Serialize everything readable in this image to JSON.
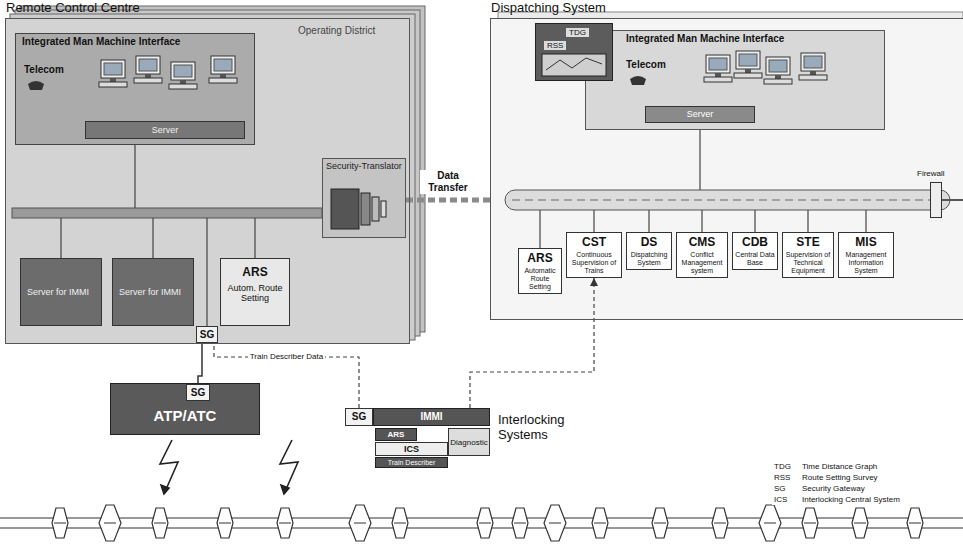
{
  "diagram": {
    "nodes": [
      {
        "text": [
          "Remote Control Centre",
          "Operating District"
        ]
      },
      {
        "text": [
          "Integrated Man Machine Interface",
          "Telecom"
        ],
        "in": 0
      },
      {
        "text": [
          "Server"
        ],
        "in": 1
      },
      {
        "text": [
          "Security-Translator"
        ],
        "in": 0
      },
      {
        "text": [
          "Server for IMMI"
        ],
        "in": 0
      },
      {
        "text": [
          "Server for IMMI"
        ],
        "in": 0
      },
      {
        "text": [
          "ARS",
          "Autom. Route Setting"
        ],
        "in": 0
      },
      {
        "text": [
          "SG"
        ],
        "in": 0
      },
      {
        "text": [
          "Dispatching System"
        ]
      },
      {
        "text": [
          "TDG",
          "RSS"
        ],
        "in": 8
      },
      {
        "text": [
          "Integrated Man Machine Interface",
          "Telecom"
        ],
        "in": 8
      },
      {
        "text": [
          "Server"
        ],
        "in": 10
      },
      {
        "text": [
          "Firewall"
        ],
        "in": 8
      },
      {
        "text": [
          "ARS",
          "Automatic Route Setting"
        ],
        "in": 8
      },
      {
        "text": [
          "CST",
          "Continuous Supervision of Trains"
        ],
        "in": 8
      },
      {
        "text": [
          "DS",
          "Dispatching System"
        ],
        "in": 8
      },
      {
        "text": [
          "CMS",
          "Conflict Management system"
        ],
        "in": 8
      },
      {
        "text": [
          "CDB",
          "Central Data Base"
        ],
        "in": 8
      },
      {
        "text": [
          "STE",
          "Supervision of Technical Equipment"
        ],
        "in": 8
      },
      {
        "text": [
          "MIS",
          "Management Information System"
        ],
        "in": 8
      },
      {
        "text": [
          "ATP/ATC"
        ]
      },
      {
        "text": [
          "SG"
        ],
        "in": 20
      },
      {
        "text": [
          "Interlocking Systems"
        ]
      },
      {
        "text": [
          "SG"
        ],
        "in": 22
      },
      {
        "text": [
          "IMMI"
        ],
        "in": 22
      },
      {
        "text": [
          "ARS"
        ],
        "in": 22
      },
      {
        "text": [
          "ICS"
        ],
        "in": 22
      },
      {
        "text": [
          "Diagnostic"
        ],
        "in": 22
      },
      {
        "text": [
          "Train Describer"
        ],
        "in": 22
      }
    ],
    "edges": [
      {
        "from": 7,
        "to": 21,
        "arrow": "none"
      },
      {
        "from": 3,
        "to": 8,
        "label": "Data Transfer",
        "arrow": "none"
      },
      {
        "from": 22,
        "to": 7,
        "label": "Train Describer Data",
        "arrow": "none"
      },
      {
        "from": 22,
        "to": 14,
        "arrow": "to"
      }
    ],
    "labels": [
      "TDG",
      "Time Distance Graph",
      "RSS",
      "Route Setting Survey",
      "SG",
      "Security Gateway",
      "ICS",
      "Interlocking Central System"
    ]
  }
}
